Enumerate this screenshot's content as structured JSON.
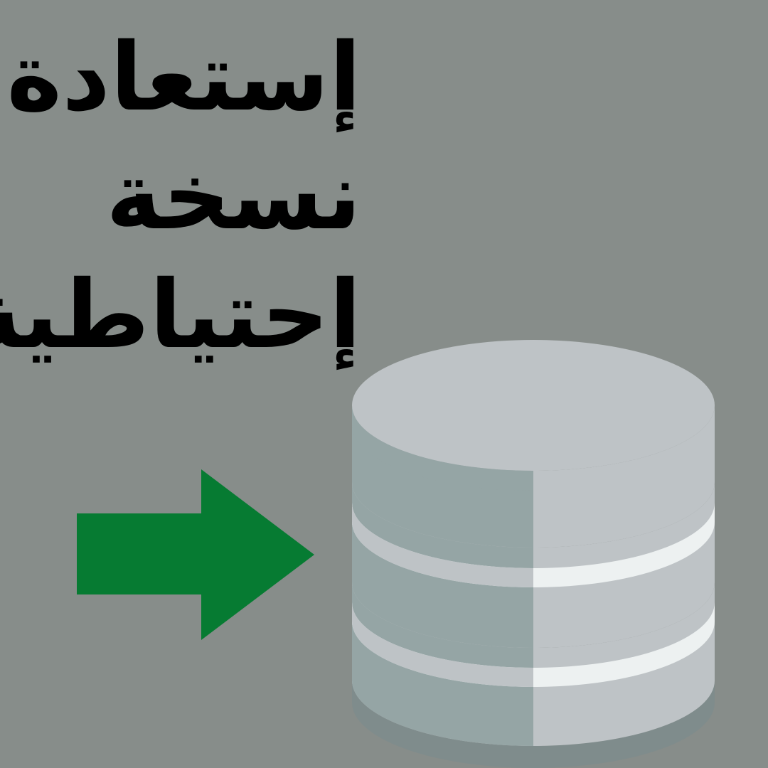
{
  "title": {
    "lines": [
      "إستعادة",
      "نسخة",
      "إحتياطية"
    ]
  },
  "icons": {
    "arrow": "arrow-right-icon",
    "database": "database-icon"
  },
  "colors": {
    "background": "#878d8a",
    "arrow": "#067b32",
    "text": "#000000",
    "database_light": "#bec3c6",
    "database_shadow": "#95a5a5",
    "database_dark": "#7f8c8c",
    "database_highlight": "#edf1f1"
  }
}
